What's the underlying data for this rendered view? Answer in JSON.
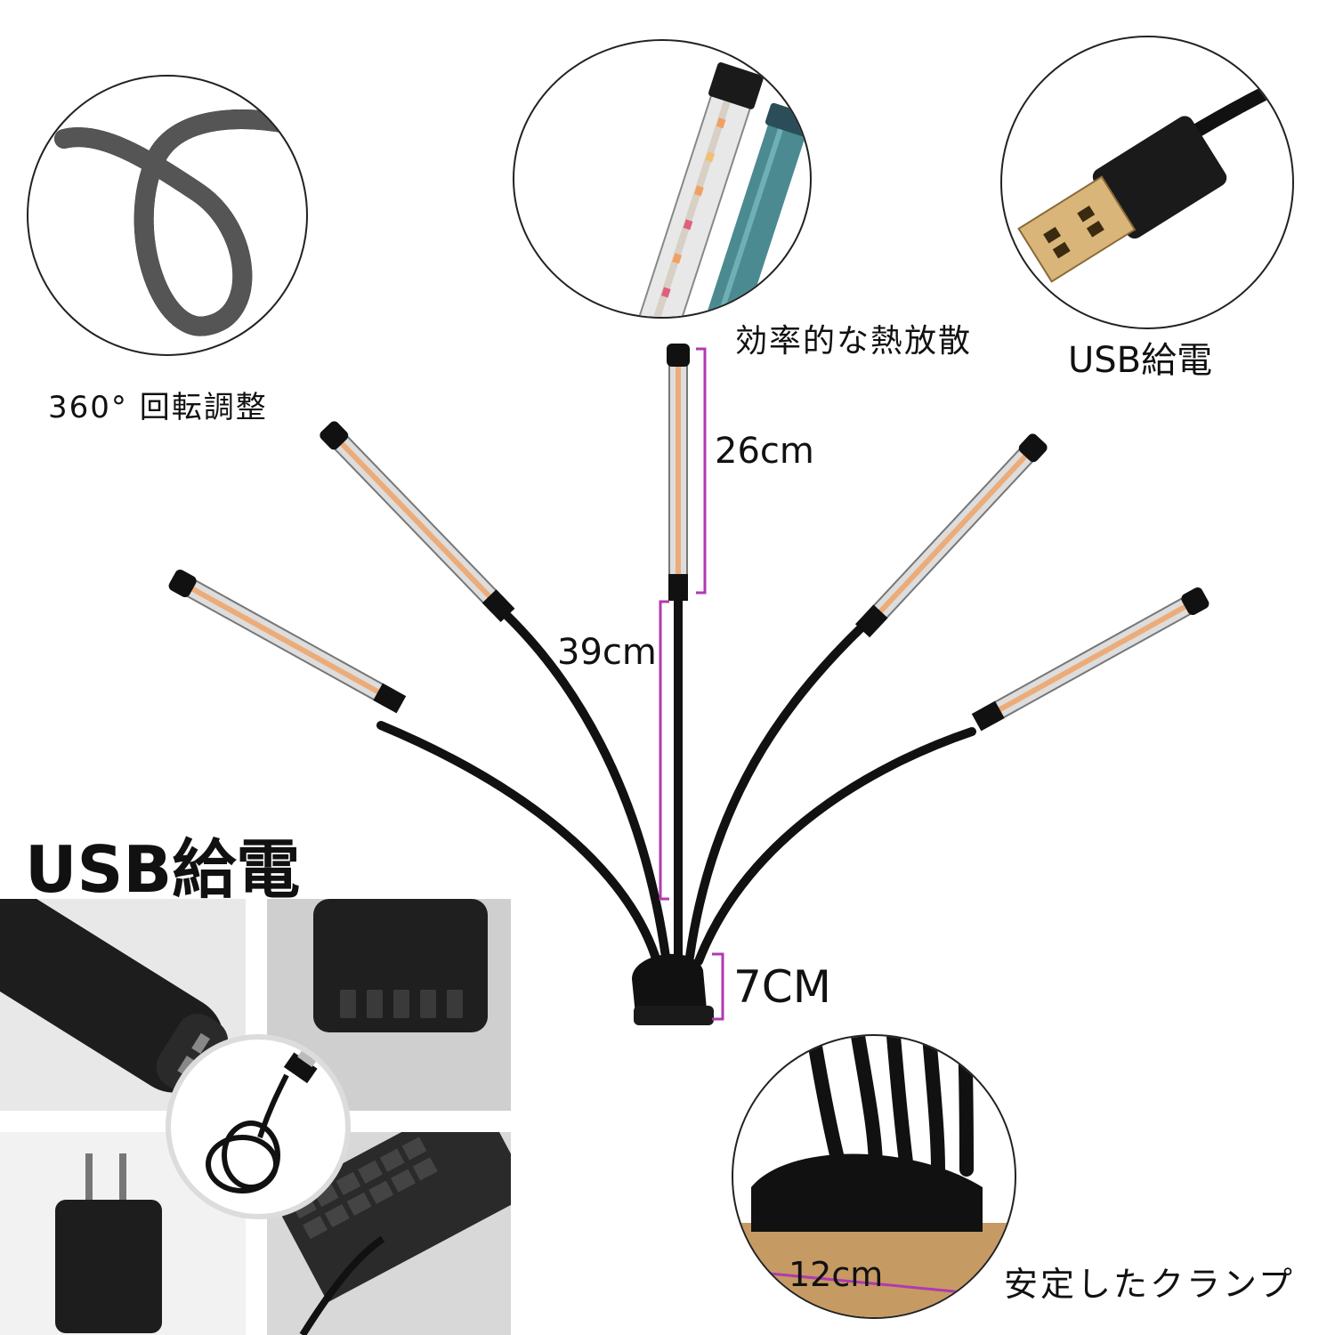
{
  "labels": {
    "rotation": "360° 回転調整",
    "heat": "効率的な熱放散",
    "usb_top": "USB給電",
    "usb_big": "USB給電",
    "clamp": "安定したクランプ"
  },
  "dimensions": {
    "lamp_length": "26cm",
    "gooseneck_length": "39cm",
    "clamp_height": "7CM",
    "clamp_width": "12cm"
  },
  "colors": {
    "dimension_line": "#b03ab0",
    "led_warm": "#f0a060",
    "led_pink": "#e06080"
  }
}
